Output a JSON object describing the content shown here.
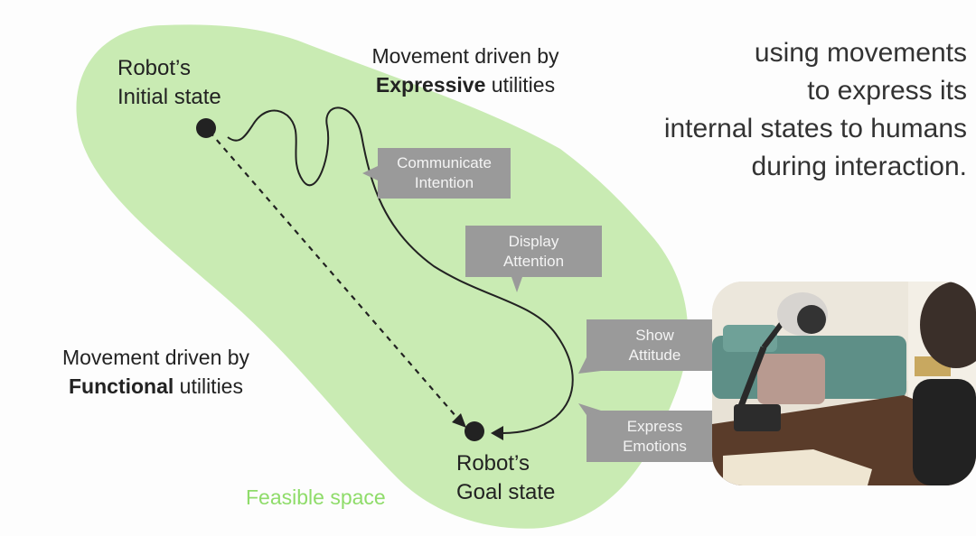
{
  "tagline": {
    "line1": "using movements",
    "line2": "to express its",
    "line3": "internal states to humans",
    "line4": "during interaction."
  },
  "states": {
    "initial": {
      "line1": "Robot’s",
      "line2": "Initial state"
    },
    "goal": {
      "line1": "Robot’s",
      "line2": "Goal state"
    }
  },
  "expressive": {
    "line1": "Movement driven by",
    "bold": "Expressive",
    "rest": " utilities"
  },
  "functional": {
    "line1": "Movement driven by",
    "bold": "Functional",
    "rest": " utilities"
  },
  "bubbles": [
    {
      "line1": "Communicate",
      "line2": "Intention"
    },
    {
      "line1": "Display",
      "line2": "Attention"
    },
    {
      "line1": "Show",
      "line2": "Attitude"
    },
    {
      "line1": "Express",
      "line2": "Emotions"
    }
  ],
  "feasible_label": "Feasible space",
  "colors": {
    "feasible_fill": "#c9ebb3",
    "feasible_text": "#8fdc6a",
    "bubble_fill": "#9a9a9a",
    "path": "#222222"
  }
}
